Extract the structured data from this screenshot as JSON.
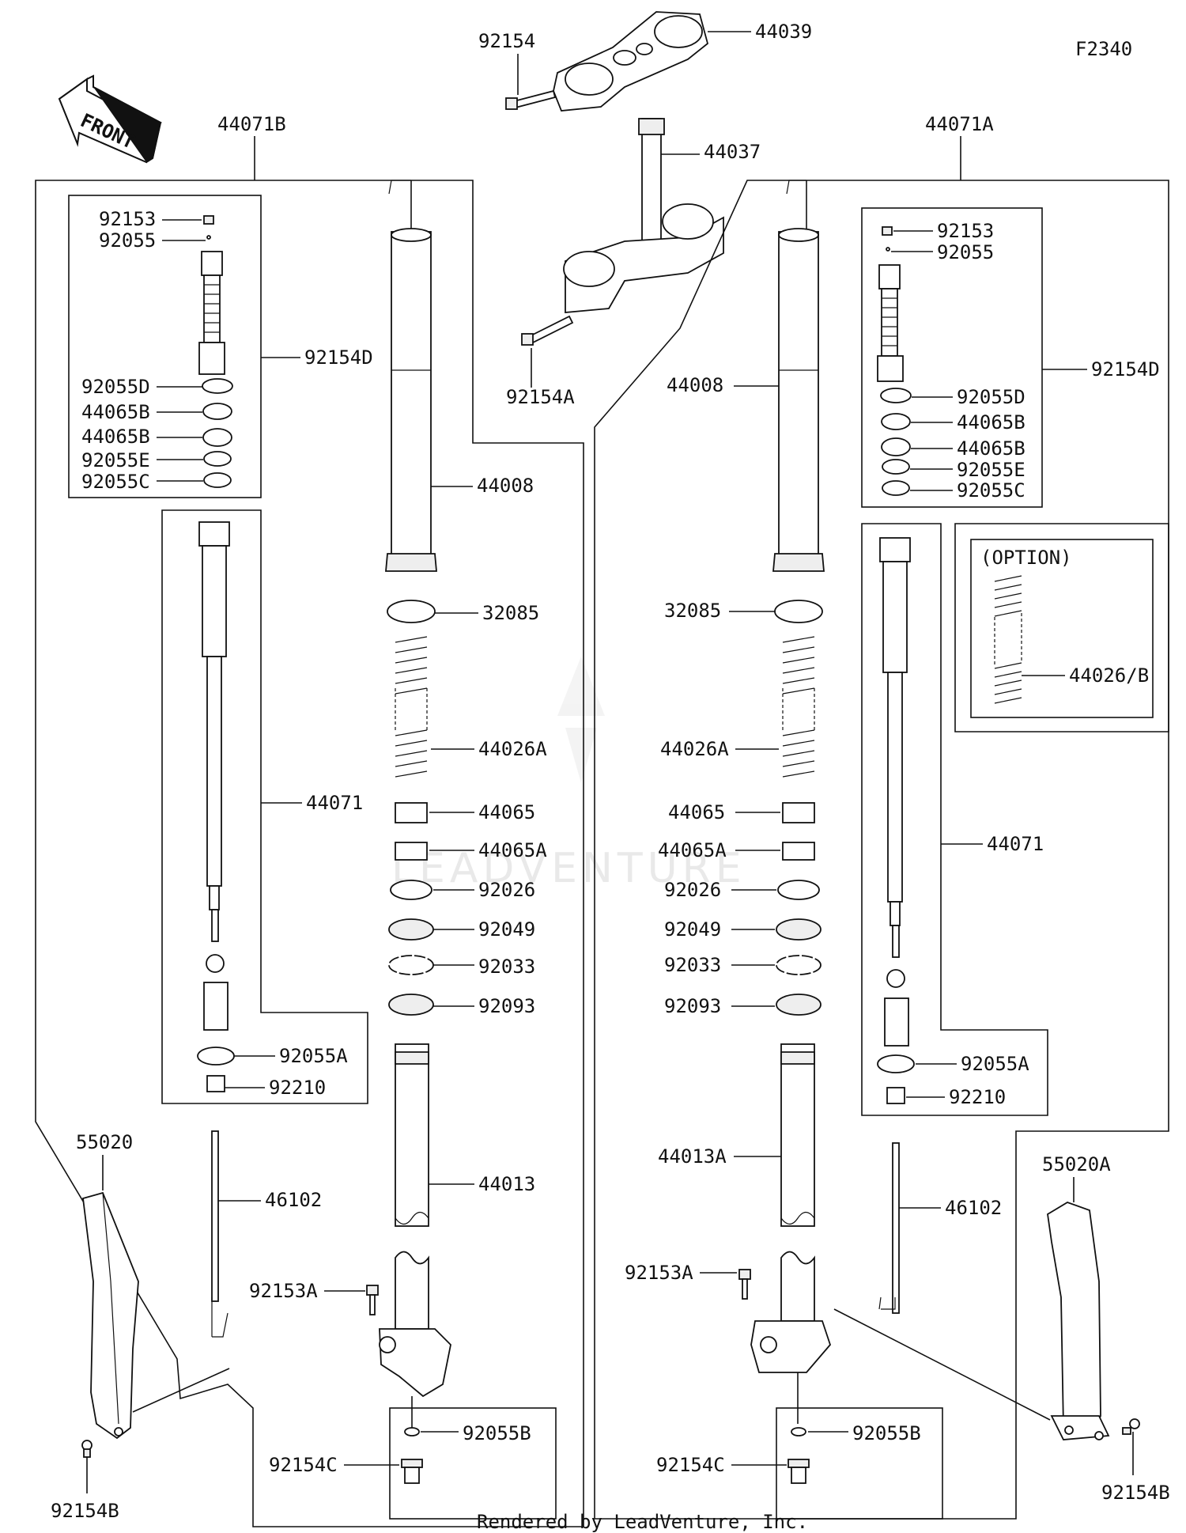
{
  "diagram_code": "F2340",
  "front_label": "FRONT",
  "watermark": "LEADVENTURE",
  "footer": "Rendered by LeadVenture, Inc.",
  "parts": {
    "p44039": "44039",
    "p92154": "92154",
    "p44037": "44037",
    "p92154A": "92154A",
    "p44071B": "44071B",
    "p44071A": "44071A",
    "L_92153": "92153",
    "L_92055": "92055",
    "L_92154D": "92154D",
    "L_92055D": "92055D",
    "L_44065B_1": "44065B",
    "L_44065B_2": "44065B",
    "L_92055E": "92055E",
    "L_92055C": "92055C",
    "L_44071": "44071",
    "L_92055A": "92055A",
    "L_92210": "92210",
    "L_46102": "46102",
    "L_55020": "55020",
    "L_92154B": "92154B",
    "L_44008": "44008",
    "L_32085": "32085",
    "L_44026A": "44026A",
    "L_44065": "44065",
    "L_44065A": "44065A",
    "L_92026": "92026",
    "L_92049": "92049",
    "L_92033": "92033",
    "L_92093": "92093",
    "L_44013": "44013",
    "L_92153A": "92153A",
    "L_92154C": "92154C",
    "L_92055B": "92055B",
    "R_92153": "92153",
    "R_92055": "92055",
    "R_92154D": "92154D",
    "R_92055D": "92055D",
    "R_44065B_1": "44065B",
    "R_44065B_2": "44065B",
    "R_92055E": "92055E",
    "R_92055C": "92055C",
    "R_option": "(OPTION)",
    "R_44026B": "44026/B",
    "R_44071": "44071",
    "R_92055A": "92055A",
    "R_92210": "92210",
    "R_46102": "46102",
    "R_55020A": "55020A",
    "R_92154B": "92154B",
    "R_44008": "44008",
    "R_32085": "32085",
    "R_44026A": "44026A",
    "R_44065": "44065",
    "R_44065A": "44065A",
    "R_92026": "92026",
    "R_92049": "92049",
    "R_92033": "92033",
    "R_92093": "92093",
    "R_44013A": "44013A",
    "R_92153A": "92153A",
    "R_92154C": "92154C",
    "R_92055B": "92055B"
  }
}
